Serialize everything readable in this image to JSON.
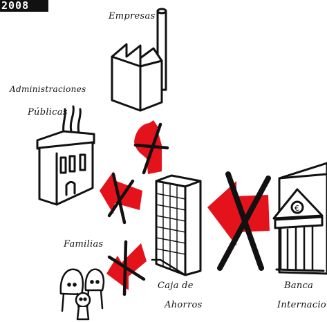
{
  "year_text": "2008",
  "labels": {
    "empresas": "Empresas",
    "administraciones_line1": "Administraciones",
    "administraciones_line2": "Públicas",
    "familias": "Familias",
    "caja_line1": "Caja de",
    "caja_line2": "Ahorros",
    "banca_line1": "Banca",
    "banca_line2": "Internacional"
  },
  "colors": {
    "arrow": "#e4131b",
    "ink": "#111111",
    "paper": "#ffffff"
  }
}
